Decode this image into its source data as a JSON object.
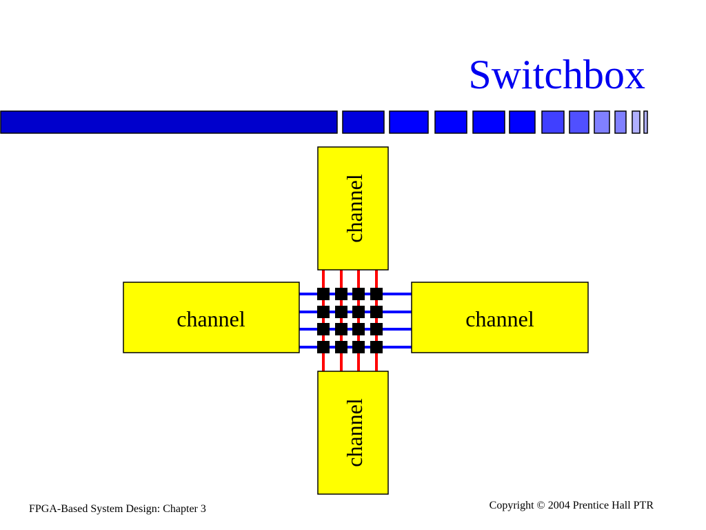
{
  "slide": {
    "title": "Switchbox",
    "footer_left": "FPGA-Based System Design: Chapter 3",
    "footer_right": "Copyright © 2004 Prentice Hall PTR"
  },
  "diagram": {
    "channels": {
      "top": "channel",
      "left": "channel",
      "right": "channel",
      "bottom": "channel"
    },
    "horizontal_tracks": 4,
    "vertical_tracks": 4
  },
  "colors": {
    "title": "#0000f0",
    "channel_fill": "#ffff00",
    "horizontal_wire": "#0000ff",
    "vertical_wire": "#ff0000",
    "switch": "#000000",
    "bar_dark": "#0000cc",
    "bar_mid": "#0000ff",
    "bar_light": "#5050ff",
    "bar_lighter": "#8080ff",
    "bar_lightest": "#b0b0ff"
  }
}
